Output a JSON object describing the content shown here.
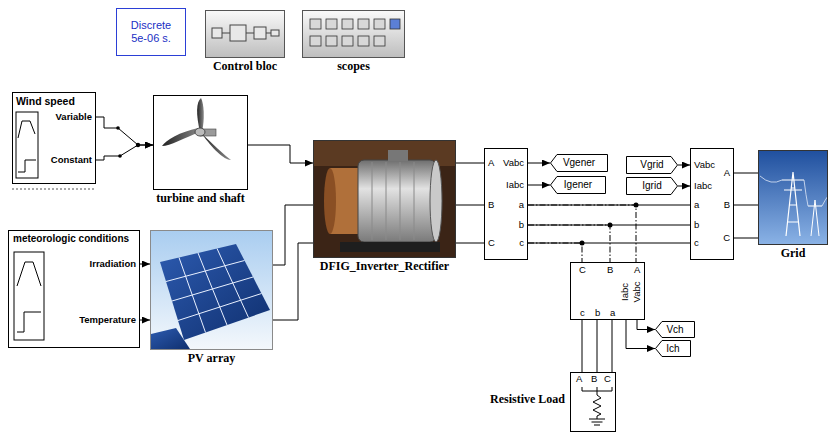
{
  "diagram": {
    "nodes": [
      {
        "text": [
          "Discrete 5e-06 s."
        ]
      },
      {
        "text": [
          "Control bloc"
        ]
      },
      {
        "text": [
          "scopes"
        ]
      },
      {
        "text": [
          "Wind speed",
          "Variable",
          "Constant"
        ]
      },
      {
        "text": [
          "turbine and shaft"
        ]
      },
      {
        "text": [
          "meteorologic conditions",
          "Irradiation",
          "Temperature"
        ]
      },
      {
        "text": [
          "PV array"
        ]
      },
      {
        "text": [
          "DFIG_Inverter_Rectifier"
        ]
      },
      {
        "text": [
          "A",
          "B",
          "C",
          "Vabc",
          "Iabc",
          "a",
          "b",
          "c"
        ]
      },
      {
        "text": [
          "Vgener"
        ]
      },
      {
        "text": [
          "Igener"
        ]
      },
      {
        "text": [
          "Vgrid"
        ]
      },
      {
        "text": [
          "Igrid"
        ]
      },
      {
        "text": [
          "Vabc",
          "Iabc",
          "a",
          "b",
          "c",
          "A",
          "B",
          "C"
        ]
      },
      {
        "text": [
          "Grid"
        ]
      },
      {
        "text": [
          "C",
          "B",
          "A",
          "c",
          "b",
          "a",
          "Iabc",
          "Vabc"
        ]
      },
      {
        "text": [
          "Vch"
        ]
      },
      {
        "text": [
          "Ich"
        ]
      },
      {
        "text": [
          "A",
          "B",
          "C",
          "Resistive Load"
        ]
      }
    ],
    "edges": [
      {
        "from": 3,
        "to": 4,
        "arrow": "to"
      },
      {
        "from": 3,
        "to": 4,
        "arrow": "to"
      },
      {
        "from": 4,
        "to": 7,
        "arrow": "to"
      },
      {
        "from": 5,
        "to": 6,
        "arrow": "to"
      },
      {
        "from": 5,
        "to": 6,
        "arrow": "to"
      },
      {
        "from": 6,
        "to": 7,
        "arrow": "none"
      },
      {
        "from": 6,
        "to": 7,
        "arrow": "none"
      },
      {
        "from": 7,
        "to": 8,
        "arrow": "none"
      },
      {
        "from": 7,
        "to": 8,
        "arrow": "none"
      },
      {
        "from": 7,
        "to": 8,
        "arrow": "none"
      },
      {
        "from": 8,
        "to": 9,
        "arrow": "to"
      },
      {
        "from": 8,
        "to": 10,
        "arrow": "to"
      },
      {
        "from": 8,
        "to": 13,
        "arrow": "none"
      },
      {
        "from": 8,
        "to": 13,
        "arrow": "none"
      },
      {
        "from": 8,
        "to": 13,
        "arrow": "none"
      },
      {
        "from": 8,
        "to": 15,
        "arrow": "none"
      },
      {
        "from": 8,
        "to": 15,
        "arrow": "none"
      },
      {
        "from": 8,
        "to": 15,
        "arrow": "none"
      },
      {
        "from": 11,
        "to": 13,
        "arrow": "to"
      },
      {
        "from": 12,
        "to": 13,
        "arrow": "to"
      },
      {
        "from": 13,
        "to": 14,
        "arrow": "none"
      },
      {
        "from": 13,
        "to": 14,
        "arrow": "none"
      },
      {
        "from": 13,
        "to": 14,
        "arrow": "none"
      },
      {
        "from": 15,
        "to": 16,
        "arrow": "to"
      },
      {
        "from": 15,
        "to": 17,
        "arrow": "to"
      },
      {
        "from": 15,
        "to": 18,
        "arrow": "none"
      },
      {
        "from": 15,
        "to": 18,
        "arrow": "none"
      },
      {
        "from": 15,
        "to": 18,
        "arrow": "none"
      }
    ]
  }
}
